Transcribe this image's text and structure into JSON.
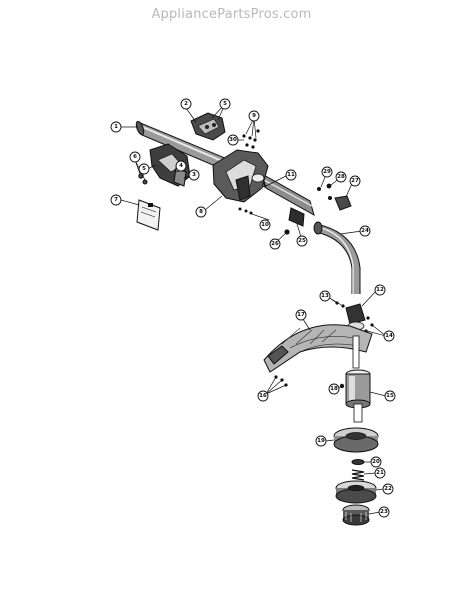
{
  "watermark": "AppliancePartsPros.com",
  "callouts": {
    "c1": "1",
    "c2": "2",
    "c3": "3",
    "c4": "4",
    "c5a": "5",
    "c5b": "5",
    "c6": "6",
    "c7": "7",
    "c8": "8",
    "c9": "9",
    "c10": "10",
    "c11": "11",
    "c12": "12",
    "c13": "13",
    "c14": "14",
    "c15": "15",
    "c16": "16",
    "c17": "17",
    "c18": "18",
    "c19": "19",
    "c20": "20",
    "c21": "21",
    "c22": "22",
    "c23": "23",
    "c24": "24",
    "c25": "25",
    "c26": "26",
    "c27": "27",
    "c28": "28",
    "c29": "29",
    "c30": "30"
  }
}
